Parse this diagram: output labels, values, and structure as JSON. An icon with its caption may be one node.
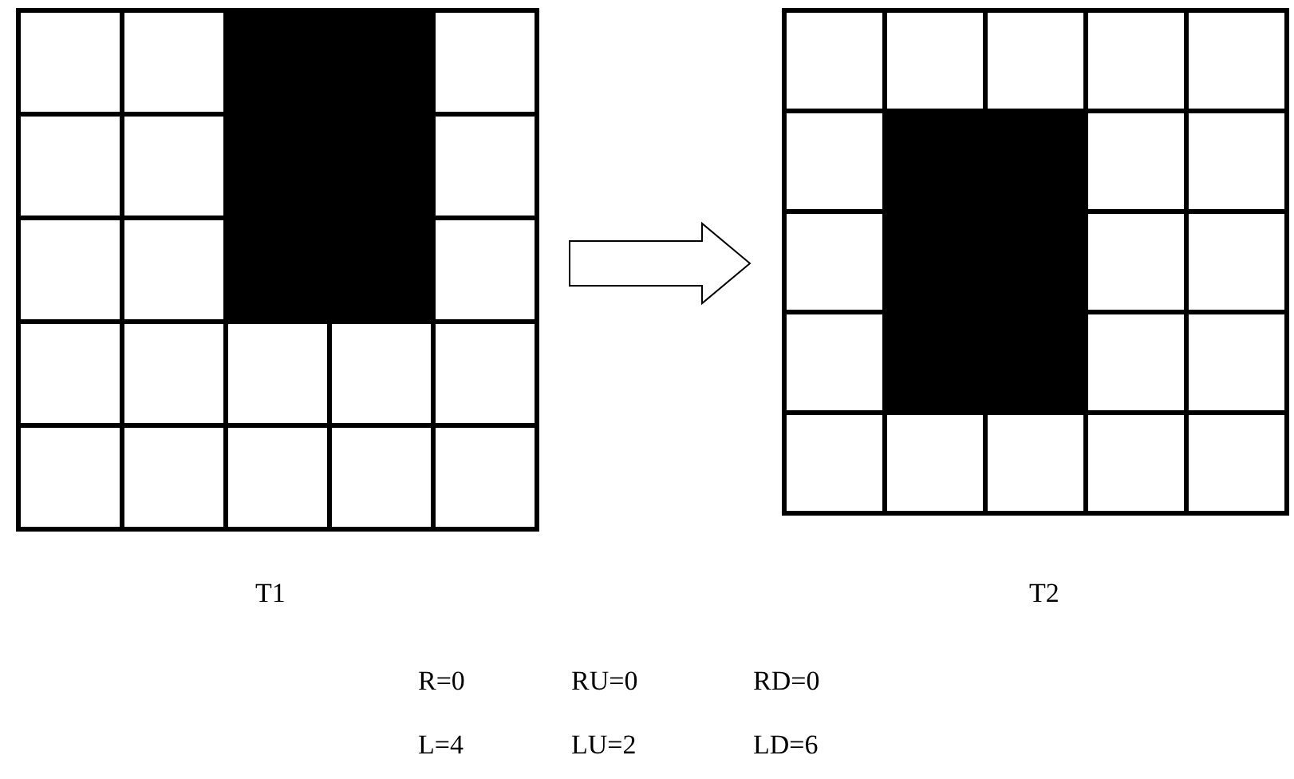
{
  "diagram": {
    "nodes": [
      {
        "text": [],
        "shape": "picture",
        "beside": [
          "T1"
        ]
      },
      {
        "text": [],
        "shape": "picture",
        "beside": [
          "T2"
        ]
      }
    ],
    "edges": [
      {
        "from": 0,
        "to": 1,
        "arrow": "to"
      }
    ],
    "labels": [
      "R=0",
      "RU=0",
      "RD=0",
      "L=4",
      "LU=2",
      "LD=6"
    ]
  }
}
